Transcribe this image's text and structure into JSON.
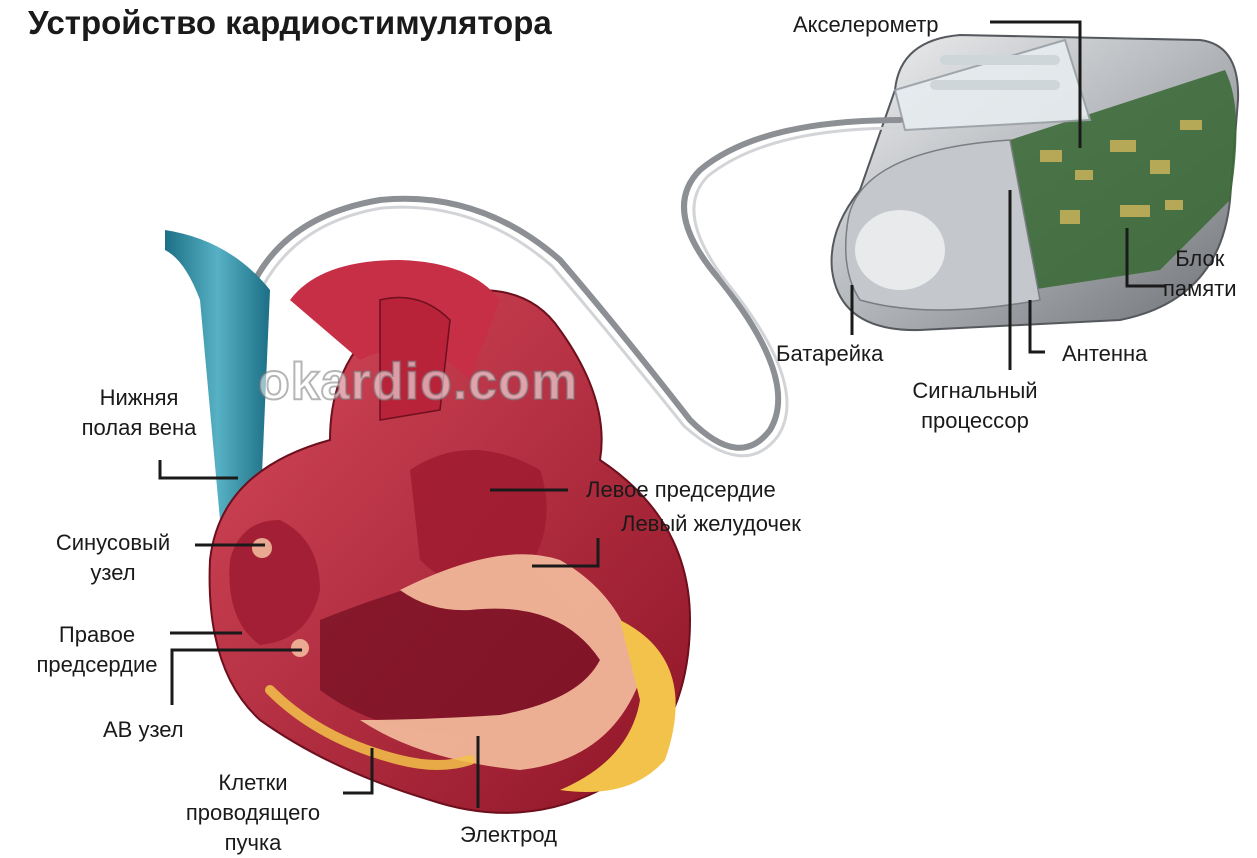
{
  "title": "Устройство кардиостимулятора",
  "watermark": "okardio.com",
  "labels": {
    "accelerometer": "Акселерометр",
    "memory_unit": [
      "Блок",
      "памяти"
    ],
    "battery": "Батарейка",
    "antenna": "Антенна",
    "signal_processor": [
      "Сигнальный",
      "процессор"
    ],
    "inferior_vena_cava": [
      "Нижняя",
      "полая вена"
    ],
    "left_atrium": "Левое предсердие",
    "left_ventricle": "Левый желудочек",
    "sinus_node": [
      "Синусовый",
      "узел"
    ],
    "right_atrium": [
      "Правое",
      "предсердие"
    ],
    "av_node": "АВ узел",
    "conduction_cells": [
      "Клетки",
      "проводящего",
      "пучка"
    ],
    "electrode": "Электрод"
  },
  "colors": {
    "myocardium": "#b8233a",
    "myocardium_light": "#d64a5c",
    "vein_blue": "#2f8aa0",
    "fat_yellow": "#f3c24a",
    "conduction_tissue": "#f1b79a",
    "device_metal": "#b9bcc0",
    "circuit_green": "#3d6b3a",
    "leader_line": "#1a1a1a"
  }
}
